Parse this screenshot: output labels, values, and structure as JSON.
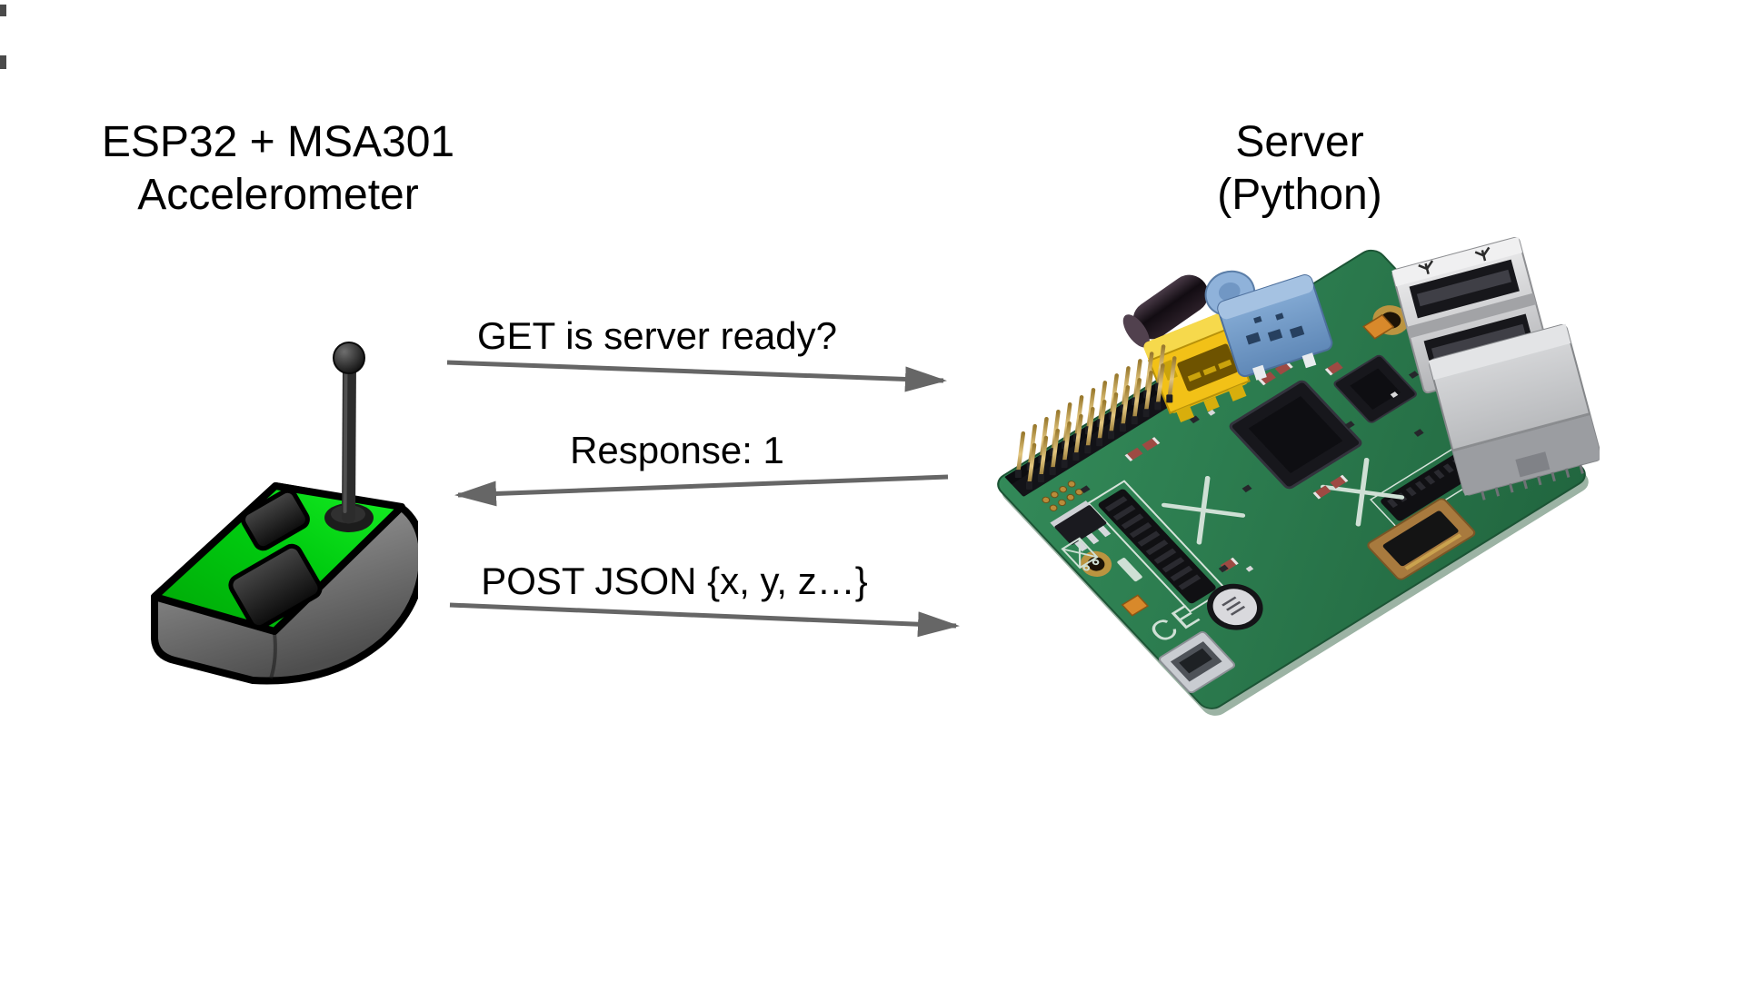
{
  "left_node": {
    "line1": "ESP32 + MSA301",
    "line2": "Accelerometer",
    "icon": "wireless-transmitter-icon"
  },
  "right_node": {
    "line1": "Server",
    "line2": "(Python)",
    "icon": "raspberry-pi-board-icon"
  },
  "messages": [
    {
      "label": "GET is server ready?",
      "from": "client",
      "to": "server",
      "direction": "right"
    },
    {
      "label": "Response: 1",
      "from": "server",
      "to": "client",
      "direction": "left"
    },
    {
      "label": "POST JSON {x, y, z…}",
      "from": "client",
      "to": "server",
      "direction": "right"
    }
  ],
  "colors": {
    "background": "#ffffff",
    "text": "#000000",
    "arrow": "#666666",
    "transmitter_green": "#00cc00",
    "pcb_green": "#2e8052",
    "rca_yellow": "#f2c117",
    "audio_jack_blue": "#7aa0cf",
    "usb_silver": "#d9d9db",
    "ethernet_gray": "#c6c8ca",
    "gpio_gold": "#c9a753"
  }
}
